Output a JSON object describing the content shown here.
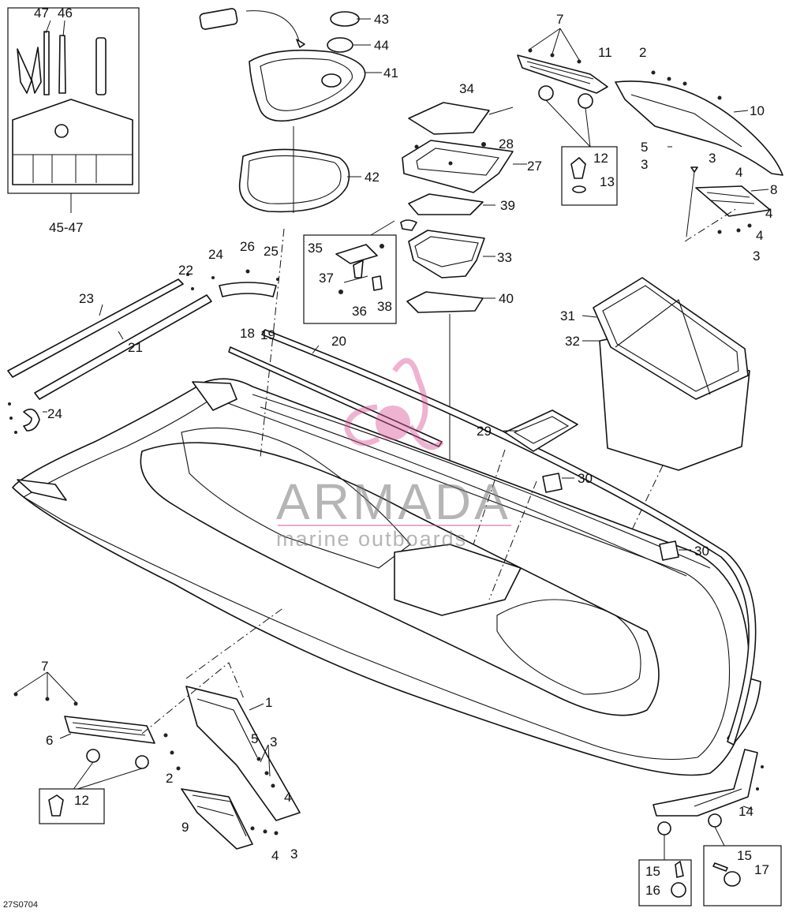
{
  "diagram": {
    "code": "27S0704",
    "callouts": [
      "47",
      "46",
      "43",
      "44",
      "41",
      "42",
      "45-47",
      "7",
      "11",
      "2",
      "10",
      "5",
      "3",
      "3",
      "4",
      "12",
      "13",
      "8",
      "4",
      "4",
      "3",
      "34",
      "28",
      "27",
      "39",
      "35",
      "37",
      "36",
      "38",
      "33",
      "40",
      "24",
      "26",
      "25",
      "22",
      "23",
      "21",
      "24",
      "18",
      "19",
      "20",
      "31",
      "32",
      "29",
      "30",
      "30",
      "7",
      "6",
      "12",
      "1",
      "5",
      "3",
      "2",
      "4",
      "9",
      "4",
      "3",
      "14",
      "15",
      "16",
      "15",
      "17"
    ]
  },
  "watermark": {
    "brand": "ARMADA",
    "tagline": "marine outboards",
    "color": "#d9579a"
  }
}
